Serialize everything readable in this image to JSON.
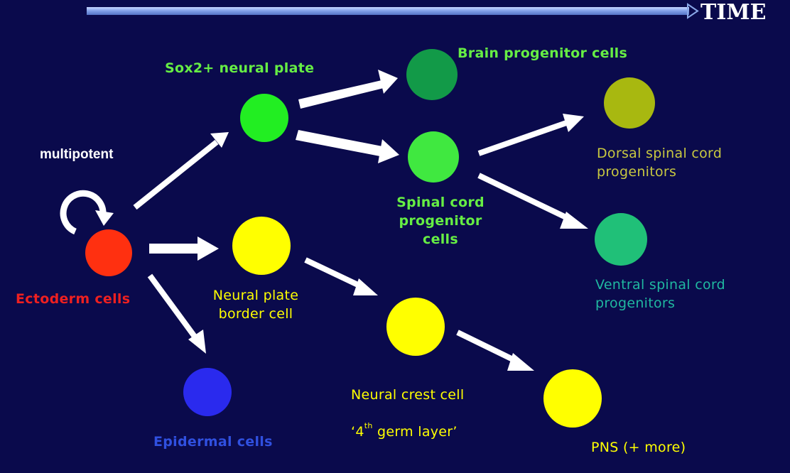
{
  "header": {
    "time_label": "TIME"
  },
  "labels": {
    "multipotent": "multipotent",
    "ectoderm": "Ectoderm cells",
    "sox2_plate": "Sox2+ neural plate",
    "brain_prog": "Brain progenitor cells",
    "spinal_prog": "Spinal cord\nprogenitor cells",
    "dorsal_prog": "Dorsal spinal cord\n progenitors",
    "ventral_prog": "Ventral spinal cord\n progenitors",
    "plate_border": "Neural plate\nborder cell",
    "crest_line1": "Neural crest cell",
    "crest_line2_a": "‘4",
    "crest_line2_sup": "th",
    "crest_line2_b": " germ layer’",
    "epidermal": "Epidermal cells",
    "pns": "PNS (+ more)"
  },
  "colors": {
    "background": "#0a0a4c",
    "ectoderm": "#ff3010",
    "sox2": "#22ee22",
    "brain": "#129a48",
    "spinal": "#40e840",
    "dorsal": "#a8b810",
    "ventral": "#20c078",
    "yellow": "#ffff00",
    "epidermal": "#2a2aee",
    "arrow": "#ffffff",
    "time_bar": "#8aa8e8",
    "label_green": "#66ee44",
    "label_olive": "#c8c840",
    "label_teal": "#20b8a0",
    "label_red": "#ee2020",
    "label_blue": "#3050e0",
    "label_yellow": "#ffff00"
  }
}
